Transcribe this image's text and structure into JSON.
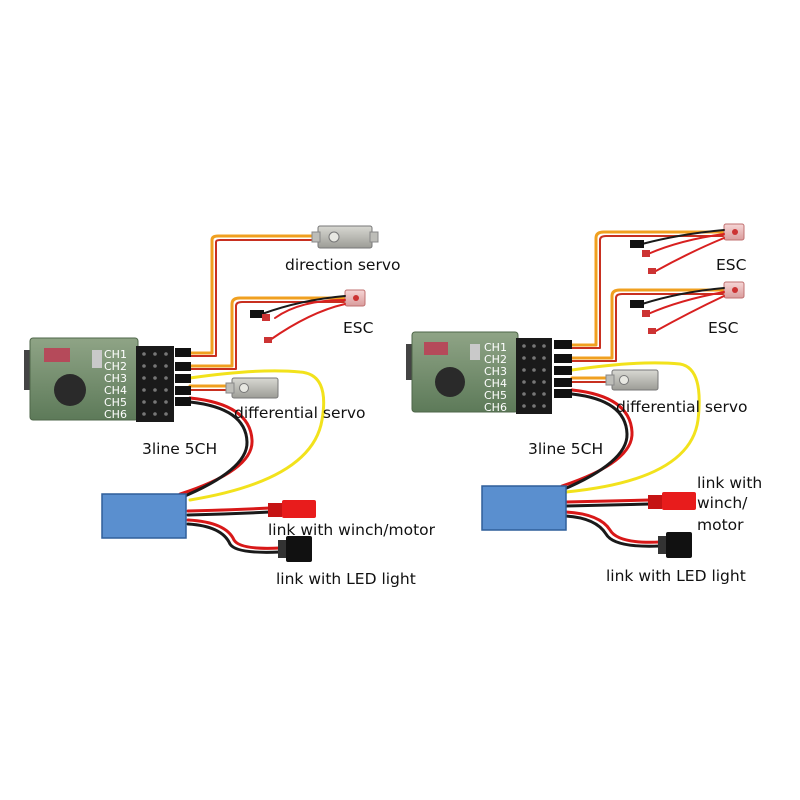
{
  "left_diagram": {
    "channels": [
      "CH1",
      "CH2",
      "CH3",
      "CH4",
      "CH5",
      "CH6"
    ],
    "labels": {
      "direction_servo": "direction servo",
      "esc": "ESC",
      "differential_servo": "differential servo",
      "config": "3line 5CH",
      "winch": "link with winch/motor",
      "led": "link with LED light"
    }
  },
  "right_diagram": {
    "channels": [
      "CH1",
      "CH2",
      "CH3",
      "CH4",
      "CH5",
      "CH6"
    ],
    "labels": {
      "esc_1": "ESC",
      "esc_2": "ESC",
      "differential_servo": "differential servo",
      "config": "3line  5CH",
      "winch_line1": "link with",
      "winch_line2": "winch/",
      "winch_line3": "motor",
      "led": "link with LED light"
    }
  },
  "colors": {
    "receiver_board": "#6f8a6a",
    "pin_header": "#1a1a1a",
    "switch_box": "#5a8fcf",
    "orange_wire": "#f0a020",
    "yellow_wire": "#f2e21c",
    "red_wire": "#d81818",
    "black_wire": "#1a1a1a",
    "red_connector": "#e81c1c",
    "black_connector": "#111111"
  }
}
